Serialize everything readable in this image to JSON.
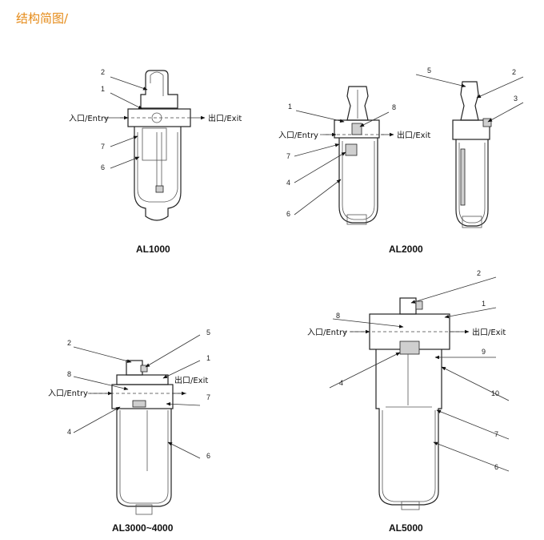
{
  "title": "结构简图/",
  "port_entry": "入口/Entry",
  "port_exit": "出口/Exit",
  "models": [
    "AL1000",
    "AL2000",
    "AL3000~4000",
    "AL5000"
  ],
  "callouts": {
    "al1000": [
      "2",
      "1",
      "7",
      "6"
    ],
    "al2000": [
      "1",
      "8",
      "7",
      "4",
      "6",
      "5",
      "2",
      "3"
    ],
    "al3000": [
      "2",
      "5",
      "1",
      "8",
      "7",
      "4",
      "6"
    ],
    "al5000": [
      "2",
      "1",
      "8",
      "9",
      "4",
      "10",
      "7",
      "6"
    ]
  }
}
